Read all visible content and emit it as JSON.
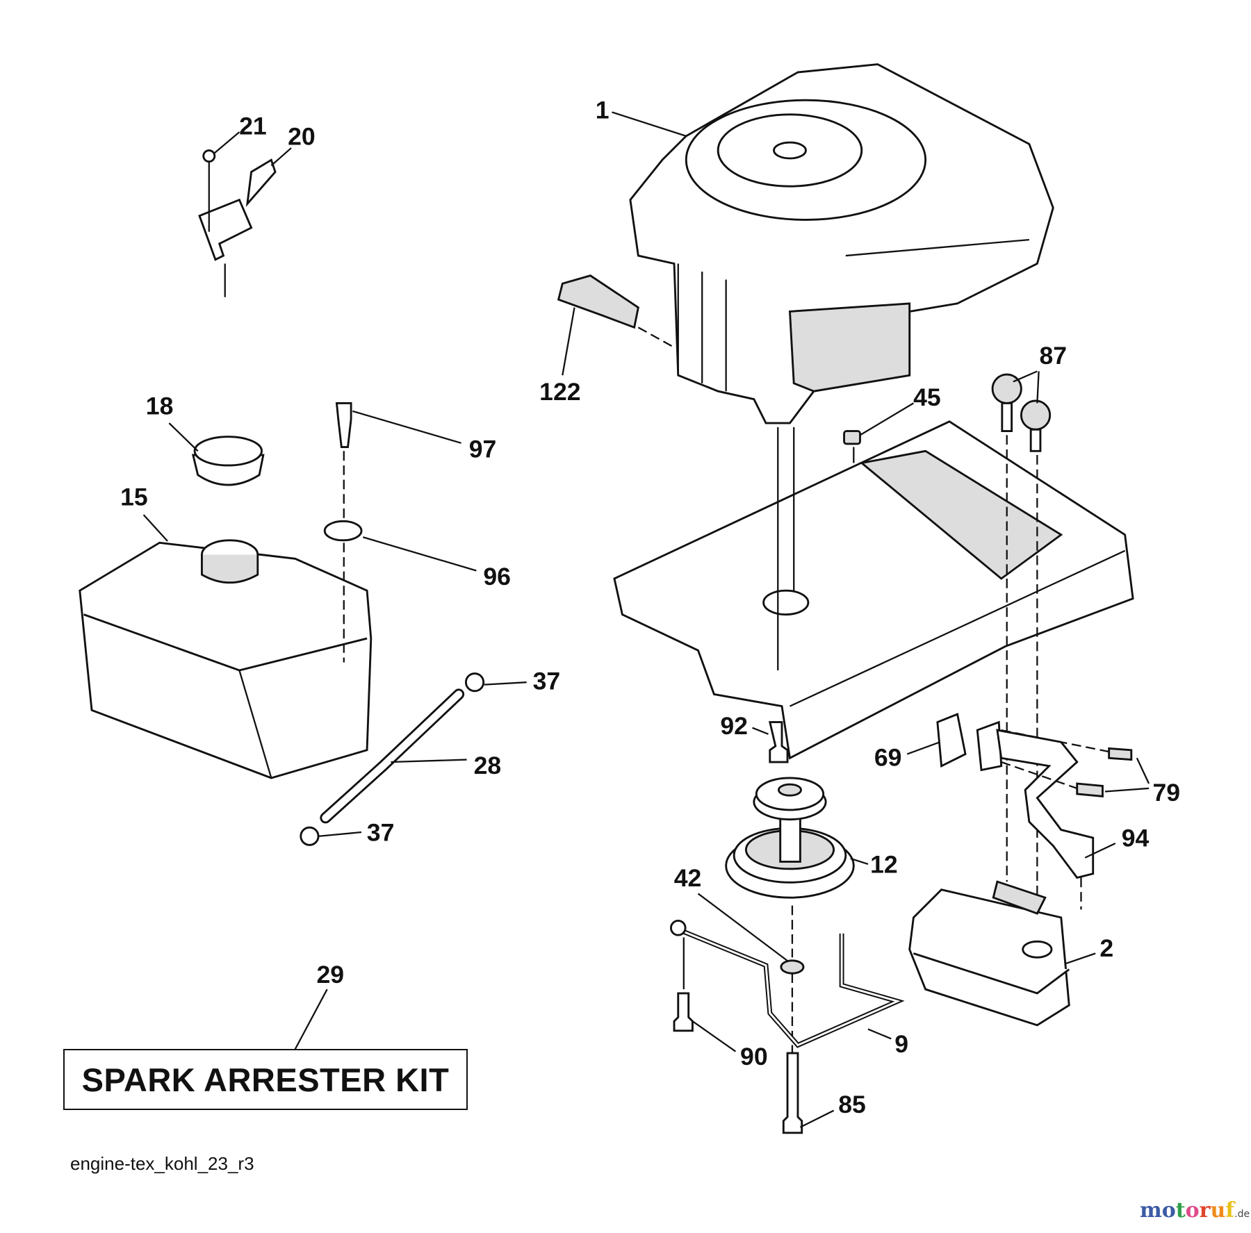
{
  "diagram": {
    "labels": {
      "p1": "1",
      "p21": "21",
      "p20": "20",
      "p122": "122",
      "p87": "87",
      "p45": "45",
      "p18": "18",
      "p97": "97",
      "p15": "15",
      "p96": "96",
      "p37a": "37",
      "p28": "28",
      "p37b": "37",
      "p92": "92",
      "p69": "69",
      "p79": "79",
      "p94": "94",
      "p12": "12",
      "p42": "42",
      "p2": "2",
      "p29": "29",
      "p90": "90",
      "p9": "9",
      "p85": "85"
    },
    "kit_label": "SPARK ARRESTER KIT",
    "footer_code": "engine-tex_kohl_23_r3"
  },
  "watermark": {
    "name": "motoruf",
    "tld": ".de",
    "letters": [
      "m",
      "o",
      "t",
      "o",
      "r",
      "u",
      "f"
    ],
    "colors": [
      "#3b5ba5",
      "#3b5ba5",
      "#2e9e48",
      "#e04a8a",
      "#e0452b",
      "#f08a1c",
      "#e8c21a"
    ]
  }
}
